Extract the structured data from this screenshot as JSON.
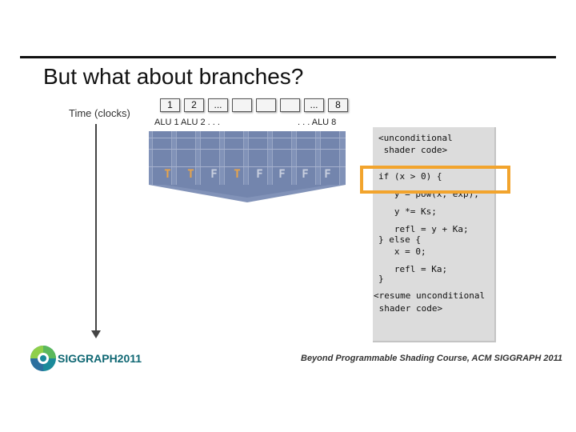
{
  "slide": {
    "title": "But what about branches?"
  },
  "timeline": {
    "label": "Time (clocks)"
  },
  "threads": [
    "1",
    "2",
    "...",
    "",
    "",
    "",
    "...",
    "8"
  ],
  "alu_labels": {
    "left": "ALU 1 ALU 2 . . .",
    "right": ". . . ALU 8"
  },
  "lanes": [
    "T",
    "T",
    "F",
    "T",
    "F",
    "F",
    "F",
    "F"
  ],
  "code": {
    "lines": [
      "<unconditional",
      " shader code>",
      "if (x > 0) {",
      "   y = pow(x, exp);",
      "   y *= Ks;",
      "   refl = y + Ka;",
      "} else {",
      "   x = 0;",
      "   refl = Ka;",
      "}",
      "<resume unconditional",
      " shader code>"
    ]
  },
  "branch_highlight_color": "#f2a42d",
  "logo": {
    "text": "SIGGRAPH2011"
  },
  "footer": {
    "text": "Beyond Programmable Shading Course, ACM SIGGRAPH 2011"
  }
}
